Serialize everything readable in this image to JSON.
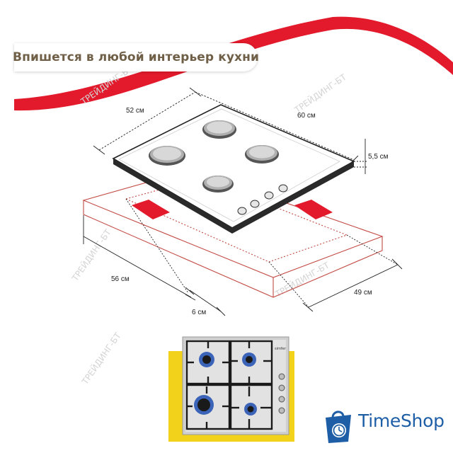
{
  "banner": {
    "text": "Впишется в любой интерьер кухни"
  },
  "dimensions": {
    "width_top": "52 см",
    "depth_top": "60 см",
    "height": "5,5 см",
    "cutout_width": "56 см",
    "cutout_depth": "49 см",
    "gap": "6 см"
  },
  "hob_brand": "simfer",
  "watermark": "ТРЕЙДИНГ-БТ",
  "logo": {
    "text": "TimeShop"
  },
  "colors": {
    "accent_red": "#e21a2c",
    "banner_text": "#6f5f47",
    "photo_frame": "#f2d21a",
    "logo_blue": "#1e5ea6"
  }
}
